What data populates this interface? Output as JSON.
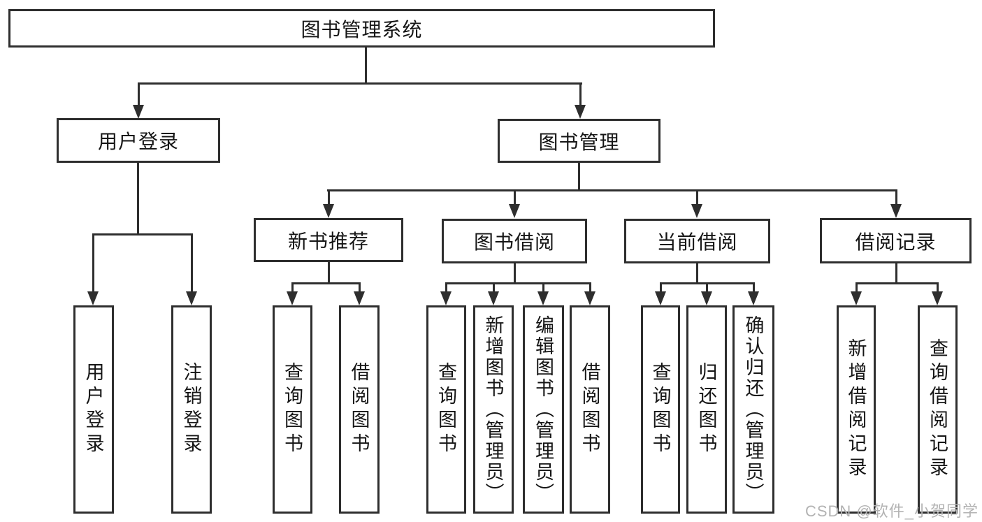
{
  "diagram_type": "tree",
  "root": {
    "label": "图书管理系统"
  },
  "branches": [
    {
      "label": "用户登录",
      "children": [
        {
          "label": "用户登录"
        },
        {
          "label": "注销登录"
        }
      ]
    },
    {
      "label": "图书管理",
      "children": [
        {
          "label": "新书推荐",
          "children": [
            {
              "label": "查询图书"
            },
            {
              "label": "借阅图书"
            }
          ]
        },
        {
          "label": "图书借阅",
          "children": [
            {
              "label": "查询图书"
            },
            {
              "label": "新增图书（管理员）"
            },
            {
              "label": "编辑图书（管理员）"
            },
            {
              "label": "借阅图书"
            }
          ]
        },
        {
          "label": "当前借阅",
          "children": [
            {
              "label": "查询图书"
            },
            {
              "label": "归还图书"
            },
            {
              "label": "确认归还（管理员）"
            }
          ]
        },
        {
          "label": "借阅记录",
          "children": [
            {
              "label": "新增借阅记录"
            },
            {
              "label": "查询借阅记录"
            }
          ]
        }
      ]
    }
  ],
  "watermark": "CSDN @软件_小贺同学",
  "colors": {
    "line": "#2e2e2e",
    "text": "#151515",
    "watermark": "#b3b3b3",
    "background": "#ffffff"
  }
}
